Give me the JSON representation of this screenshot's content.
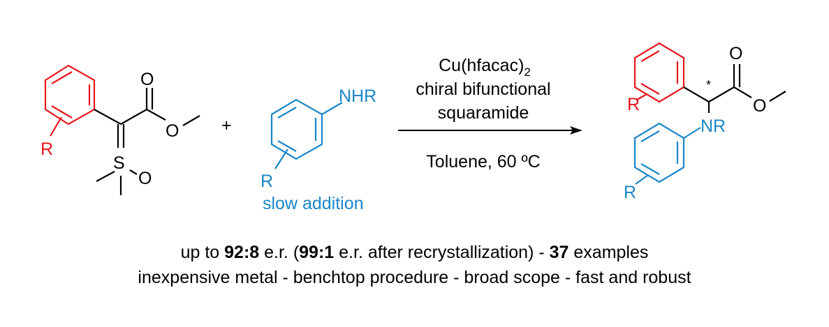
{
  "colors": {
    "reactant": "#e8151b",
    "amine": "#1a86c8",
    "black": "#000000"
  },
  "reactant1": {
    "r_label": "R",
    "o_carbonyl": "O",
    "o_ester": "O",
    "sulfur": "S",
    "o_sulfoxide": "O"
  },
  "plus": "+",
  "amine": {
    "nhr": "NHR",
    "r_label": "R",
    "note": "slow addition"
  },
  "conditions": {
    "catalyst": "Cu(hfacac)",
    "catalyst_sub": "2",
    "line2": "chiral bifunctional",
    "line3": "squaramide",
    "solvent": "Toluene, 60 ºC"
  },
  "product": {
    "r_red": "R",
    "star": "*",
    "o_carbonyl": "O",
    "o_ester": "O",
    "nr": "NR",
    "r_blue": "R"
  },
  "footer": {
    "l1_a": "up to ",
    "l1_b": "92:8",
    "l1_c": " e.r. (",
    "l1_d": "99:1",
    "l1_e": " e.r. after recrystallization) - ",
    "l1_f": "37",
    "l1_g": " examples",
    "line2": "inexpensive metal - benchtop procedure - broad scope - fast and robust"
  }
}
